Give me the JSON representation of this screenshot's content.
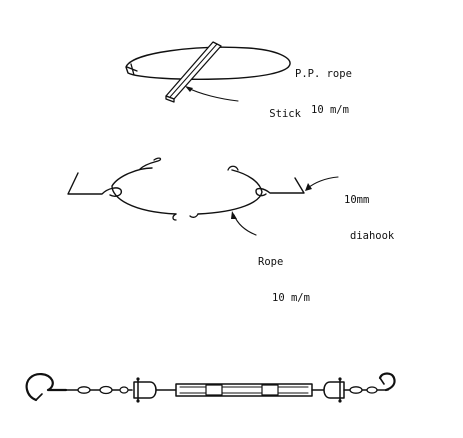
{
  "labels": {
    "pp_rope_line1": "P.P. rope",
    "pp_rope_line2": "10 m/m",
    "stick": "Stick",
    "diahook_line1": "10mm",
    "diahook_line2": "diahook",
    "rope_line1": "Rope",
    "rope_line2": "10 m/m"
  },
  "colors": {
    "ink": "#111111",
    "paper": "#ffffff"
  }
}
